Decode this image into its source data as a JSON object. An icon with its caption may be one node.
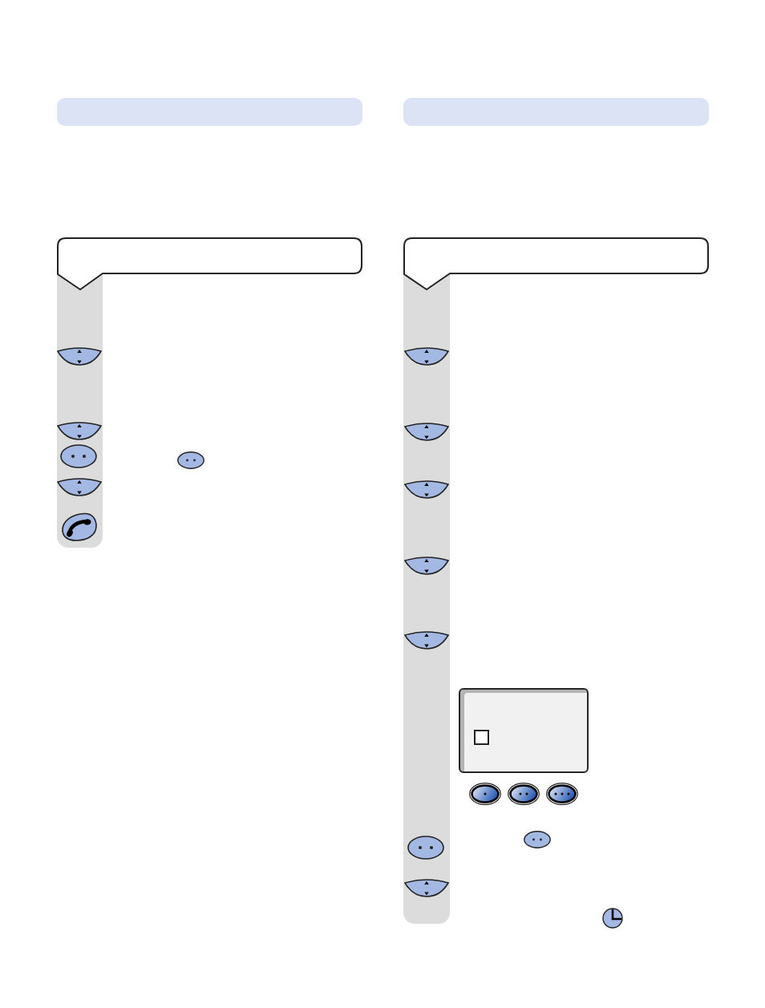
{
  "diagram": {
    "nodes": [
      {
        "text": [],
        "shape": "box"
      },
      {
        "text": [],
        "shape": "callout"
      },
      {
        "text": [],
        "shape": "bar"
      },
      {
        "text": [],
        "shape": "box"
      },
      {
        "text": [],
        "shape": "callout"
      },
      {
        "text": [],
        "shape": "bar"
      },
      {
        "text": [],
        "shape": "box"
      }
    ]
  }
}
